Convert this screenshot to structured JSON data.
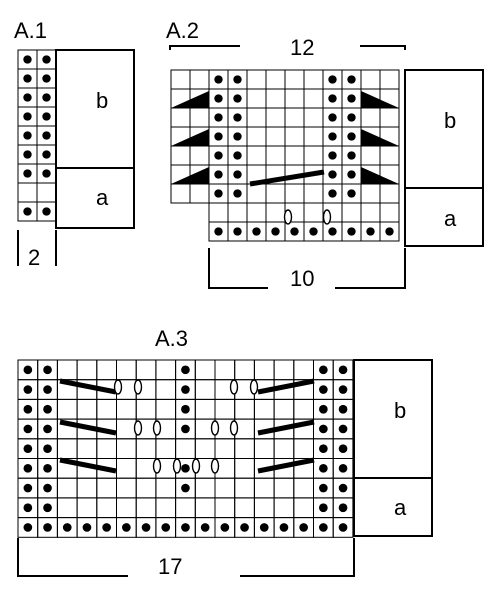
{
  "diagrams": {
    "a1": {
      "title": "A.1",
      "section_b": "b",
      "section_a": "a",
      "stitch_count": "2"
    },
    "a2": {
      "title": "A.2",
      "section_b": "b",
      "section_a": "a",
      "top_count": "12",
      "bottom_count": "10"
    },
    "a3": {
      "title": "A.3",
      "section_b": "b",
      "section_a": "a",
      "bottom_count": "17"
    }
  },
  "symbols": {
    "purl": "dot",
    "knit": "empty square",
    "decrease": "black triangle",
    "cable": "thick diagonal bar",
    "yarn_over": "oval"
  }
}
